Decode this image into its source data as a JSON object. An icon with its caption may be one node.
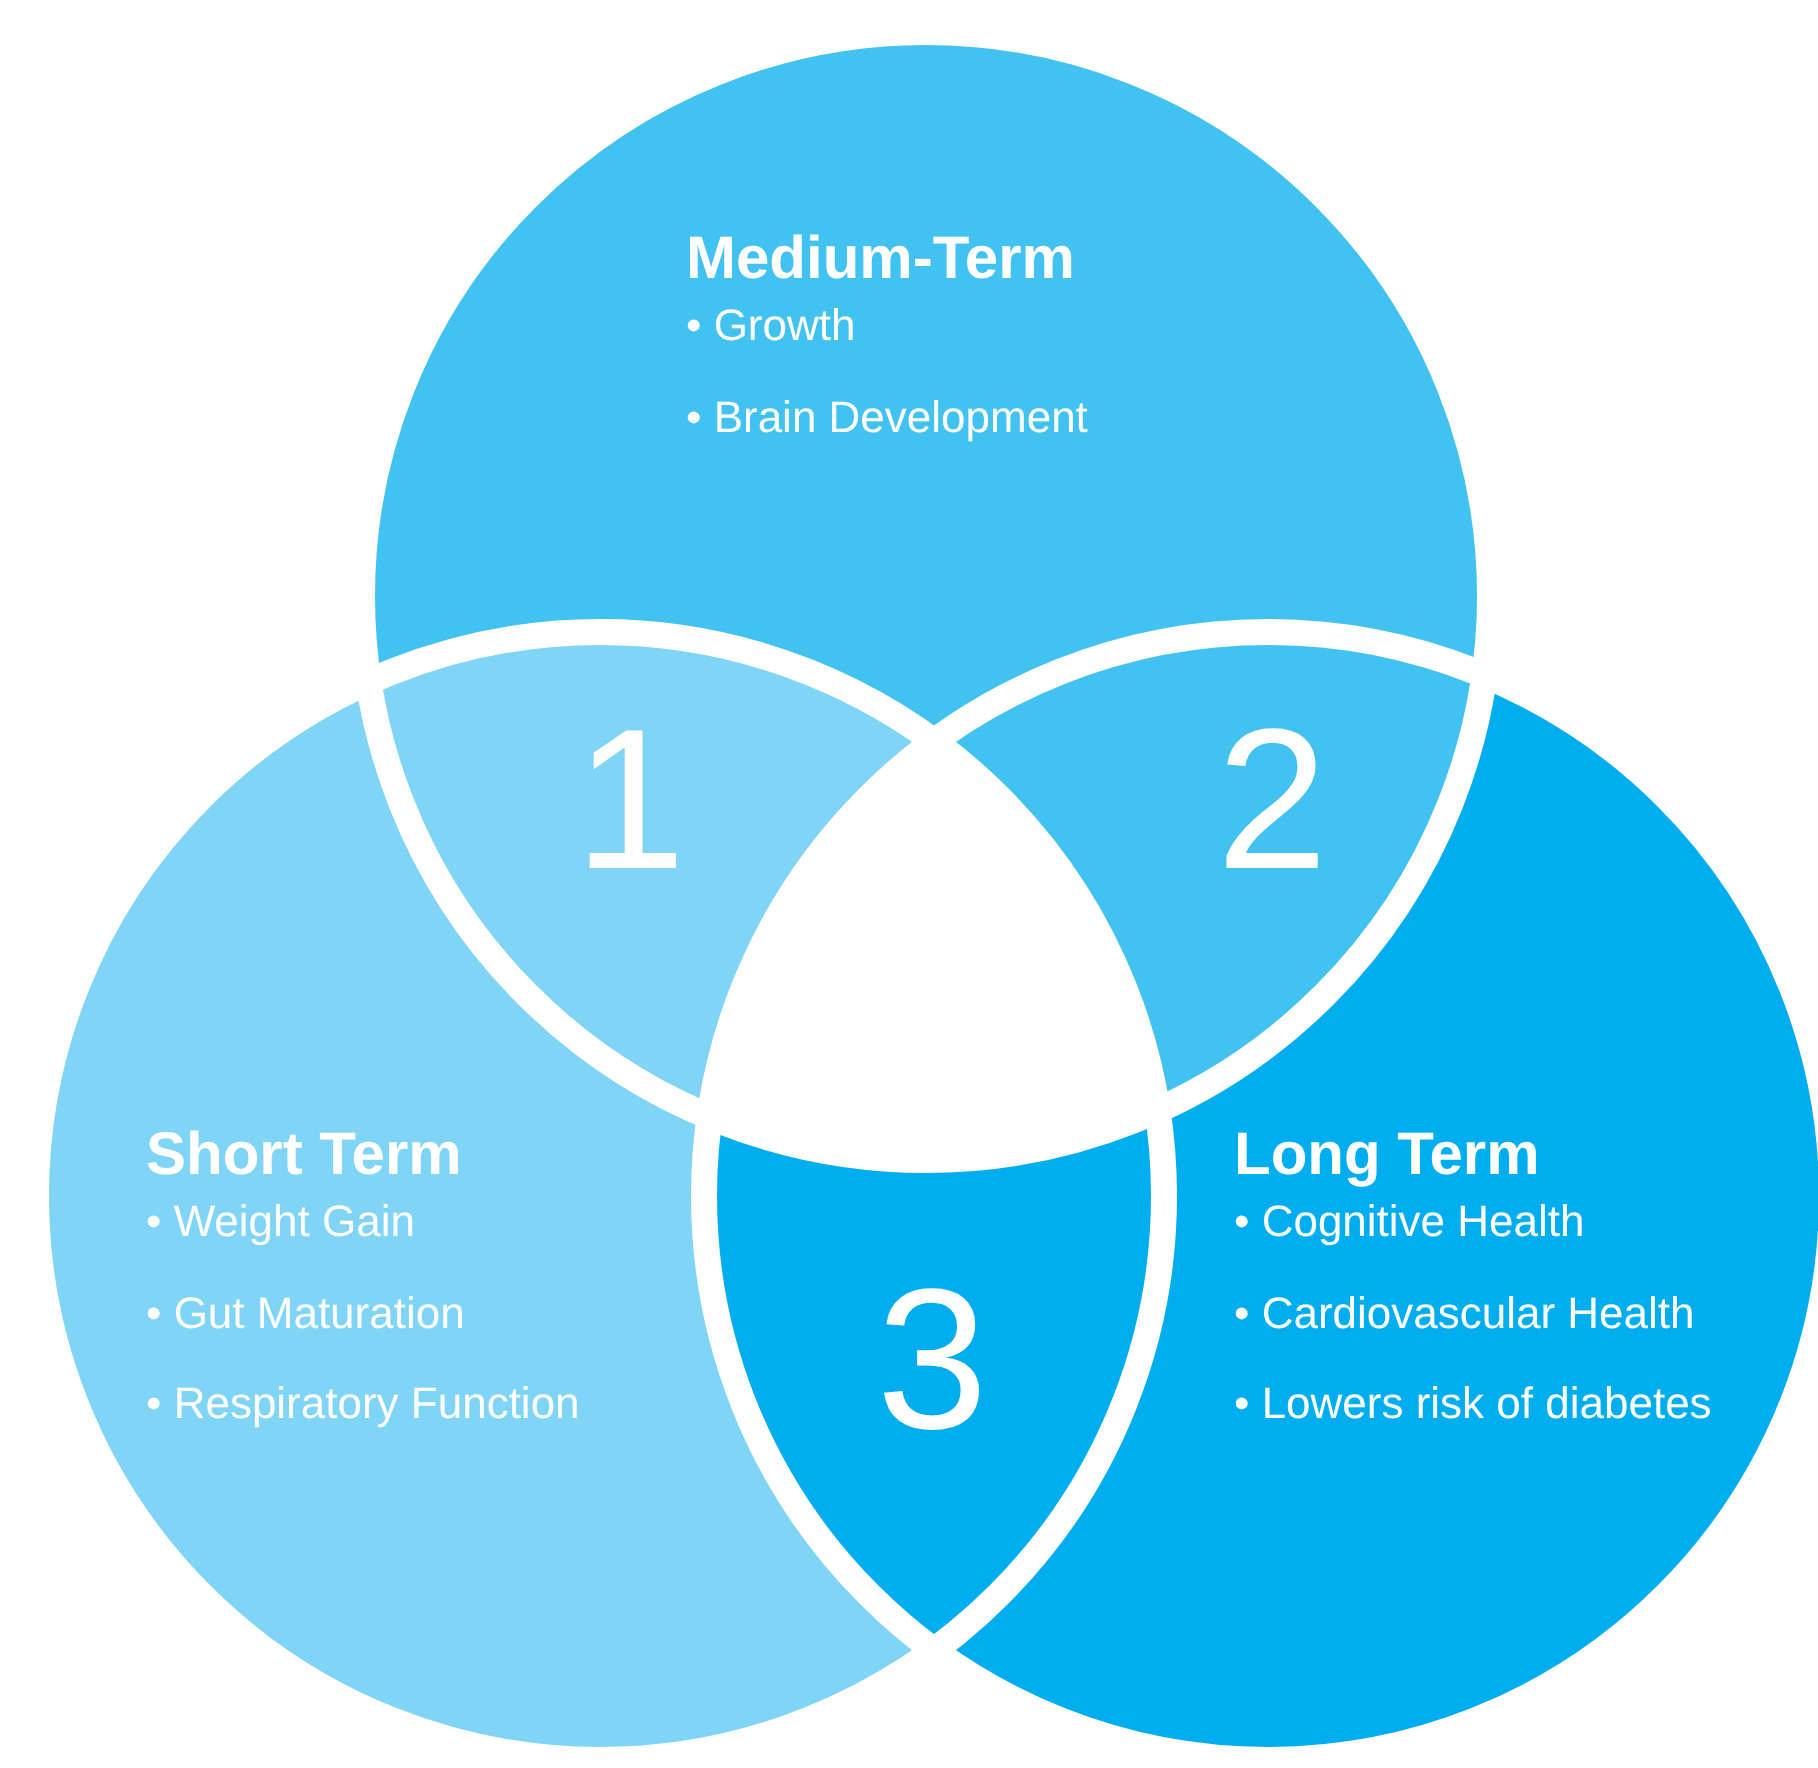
{
  "diagram": {
    "nodes": [
      {
        "text": [
          "Medium-Term",
          "• Growth",
          "• Brain Development"
        ]
      },
      {
        "text": [
          "Short Term",
          "• Weight Gain",
          "• Gut Maturation",
          "• Respiratory Function"
        ]
      },
      {
        "text": [
          "Long Term",
          "• Cognitive Health",
          "• Cardiovascular Health",
          "• Lowers risk of diabetes"
        ]
      },
      {
        "text": [
          "1"
        ]
      },
      {
        "text": [
          "2"
        ]
      },
      {
        "text": [
          "3"
        ]
      }
    ]
  }
}
